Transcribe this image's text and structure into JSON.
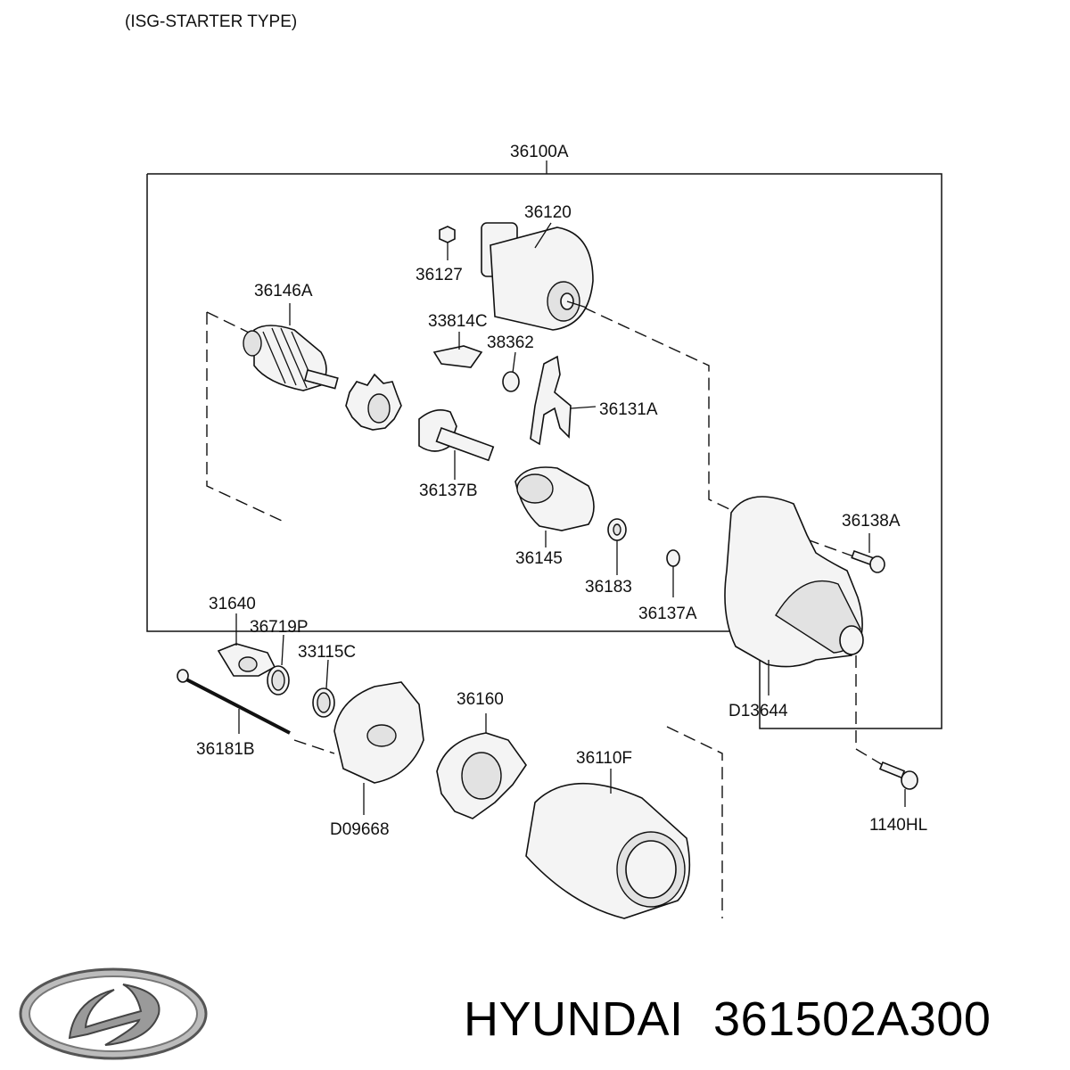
{
  "diagram": {
    "title": "(ISG-STARTER TYPE)",
    "assembly_label": "36100A",
    "parts": [
      {
        "id": "p36120",
        "label": "36120"
      },
      {
        "id": "p36127",
        "label": "36127"
      },
      {
        "id": "p36146A",
        "label": "36146A"
      },
      {
        "id": "p33814C",
        "label": "33814C"
      },
      {
        "id": "p38362",
        "label": "38362"
      },
      {
        "id": "p36131A",
        "label": "36131A"
      },
      {
        "id": "p36137B",
        "label": "36137B"
      },
      {
        "id": "p36145",
        "label": "36145"
      },
      {
        "id": "p36183",
        "label": "36183"
      },
      {
        "id": "p36137A",
        "label": "36137A"
      },
      {
        "id": "p36138A",
        "label": "36138A"
      },
      {
        "id": "p31640",
        "label": "31640"
      },
      {
        "id": "p36719P",
        "label": "36719P"
      },
      {
        "id": "p33115C",
        "label": "33115C"
      },
      {
        "id": "p36160",
        "label": "36160"
      },
      {
        "id": "pD13644",
        "label": "D13644"
      },
      {
        "id": "p36181B",
        "label": "36181B"
      },
      {
        "id": "p36110F",
        "label": "36110F"
      },
      {
        "id": "pD09668",
        "label": "D09668"
      },
      {
        "id": "p1140HL",
        "label": "1140HL"
      }
    ]
  },
  "footer": {
    "brand": "HYUNDAI",
    "part_number": "361502A300",
    "logo_icon": "hyundai-logo-icon"
  }
}
